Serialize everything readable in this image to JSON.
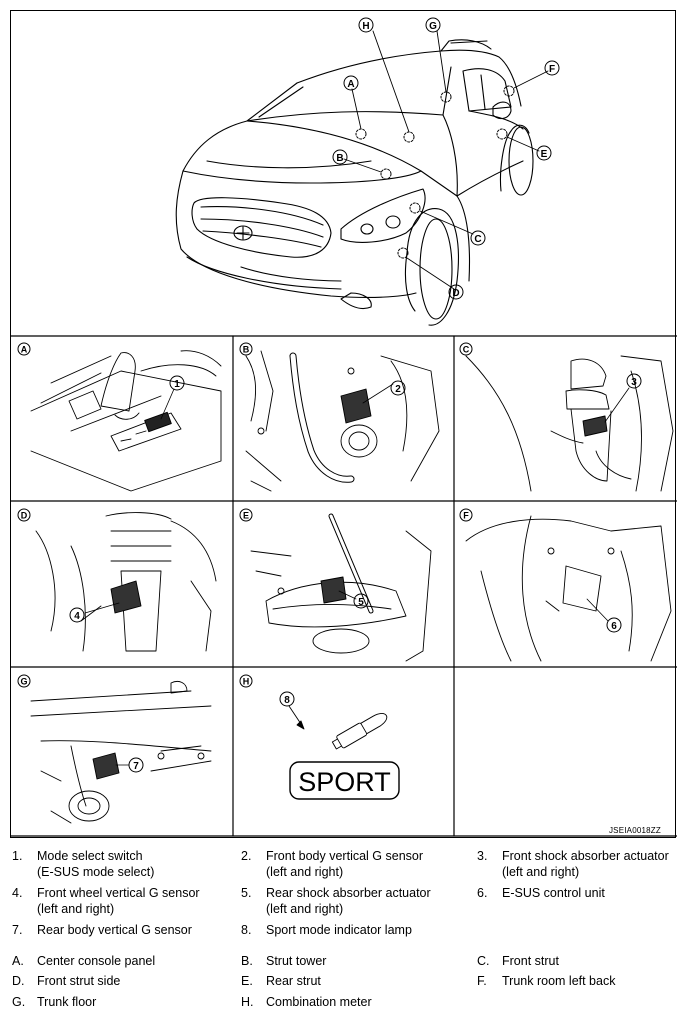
{
  "main_callouts": [
    "H",
    "G",
    "F",
    "A",
    "E",
    "B",
    "C",
    "D"
  ],
  "panels": [
    {
      "letter": "A",
      "number": "1"
    },
    {
      "letter": "B",
      "number": "2"
    },
    {
      "letter": "C",
      "number": "3"
    },
    {
      "letter": "D",
      "number": "4"
    },
    {
      "letter": "E",
      "number": "5"
    },
    {
      "letter": "F",
      "number": "6"
    },
    {
      "letter": "G",
      "number": "7"
    },
    {
      "letter": "H",
      "number": "8"
    }
  ],
  "sport_label": "SPORT",
  "figure_code": "JSEIA0018ZZ",
  "component_legend": [
    {
      "num": "1.",
      "lines": [
        "Mode select switch",
        "(E-SUS mode select)"
      ]
    },
    {
      "num": "2.",
      "lines": [
        "Front body vertical G sensor",
        "(left and right)"
      ]
    },
    {
      "num": "3.",
      "lines": [
        "Front shock absorber actuator",
        "(left and right)"
      ]
    },
    {
      "num": "4.",
      "lines": [
        "Front wheel vertical G sensor",
        "(left and right)"
      ]
    },
    {
      "num": "5.",
      "lines": [
        "Rear shock absorber actuator",
        "(left and right)"
      ]
    },
    {
      "num": "6.",
      "lines": [
        "E-SUS control unit"
      ]
    },
    {
      "num": "7.",
      "lines": [
        "Rear body vertical G sensor"
      ]
    },
    {
      "num": "8.",
      "lines": [
        "Sport mode indicator lamp"
      ]
    }
  ],
  "location_legend": [
    {
      "num": "A.",
      "text": "Center console panel"
    },
    {
      "num": "B.",
      "text": "Strut tower"
    },
    {
      "num": "C.",
      "text": "Front strut"
    },
    {
      "num": "D.",
      "text": "Front strut side"
    },
    {
      "num": "E.",
      "text": "Rear strut"
    },
    {
      "num": "F.",
      "text": "Trunk room left back"
    },
    {
      "num": "G.",
      "text": "Trunk floor"
    },
    {
      "num": "H.",
      "text": "Combination meter"
    }
  ]
}
